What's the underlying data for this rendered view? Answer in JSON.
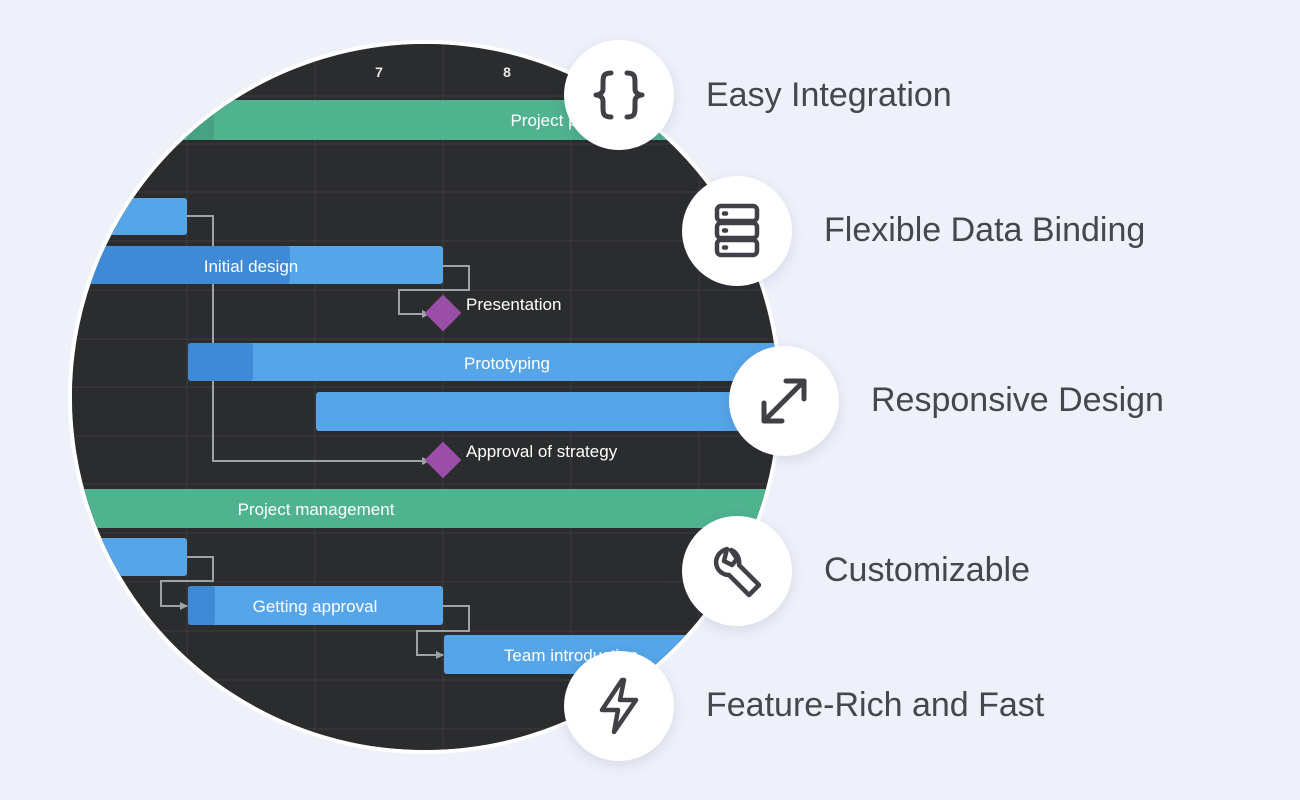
{
  "gantt": {
    "scale_labels": [
      "7",
      "8"
    ],
    "tasks": [
      {
        "label": "Project p",
        "kind": "summary"
      },
      {
        "label": "",
        "kind": "task"
      },
      {
        "label": "Initial design",
        "kind": "task"
      },
      {
        "label": "Presentation",
        "kind": "milestone"
      },
      {
        "label": "Prototyping",
        "kind": "task"
      },
      {
        "label": "",
        "kind": "task"
      },
      {
        "label": "Approval of strategy",
        "kind": "milestone"
      },
      {
        "label": "Project management",
        "kind": "summary"
      },
      {
        "label": "",
        "kind": "task"
      },
      {
        "label": "Getting approval",
        "kind": "task"
      },
      {
        "label": "Team introduction",
        "kind": "task"
      }
    ],
    "colors": {
      "background": "#2b2c2e",
      "task": "#55a5e8",
      "task_progress": "#3f8ad6",
      "summary": "#4fb38f",
      "milestone": "#9b4ea8",
      "link": "#9fa3a8"
    }
  },
  "features": [
    {
      "label": "Easy Integration",
      "icon": "braces-icon"
    },
    {
      "label": "Flexible Data Binding",
      "icon": "database-icon"
    },
    {
      "label": "Responsive Design",
      "icon": "resize-arrows-icon"
    },
    {
      "label": "Customizable",
      "icon": "wrench-icon"
    },
    {
      "label": "Feature-Rich and Fast",
      "icon": "lightning-icon"
    }
  ]
}
